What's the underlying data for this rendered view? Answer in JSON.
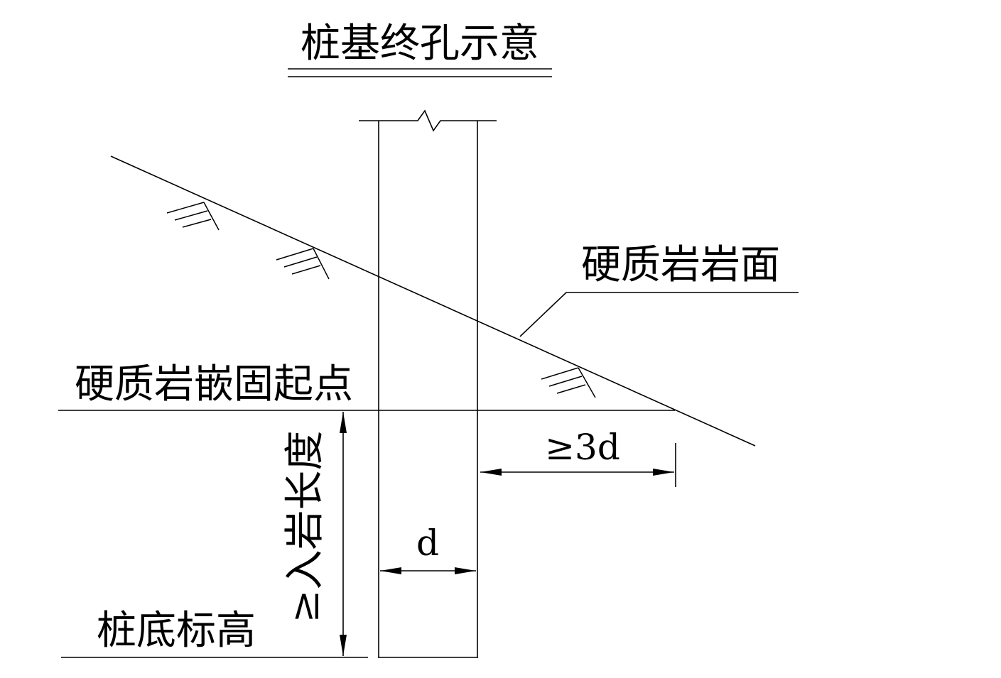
{
  "diagram": {
    "title": "桩基终孔示意",
    "labels": {
      "rock_surface": "硬质岩岩面",
      "embed_start": "硬质岩嵌固起点",
      "pile_bottom": "桩底标高",
      "embed_length": "≥入岩长度",
      "clearance": "≥3d",
      "diameter": "d"
    },
    "colors": {
      "line": "#000000",
      "background": "#ffffff"
    }
  }
}
